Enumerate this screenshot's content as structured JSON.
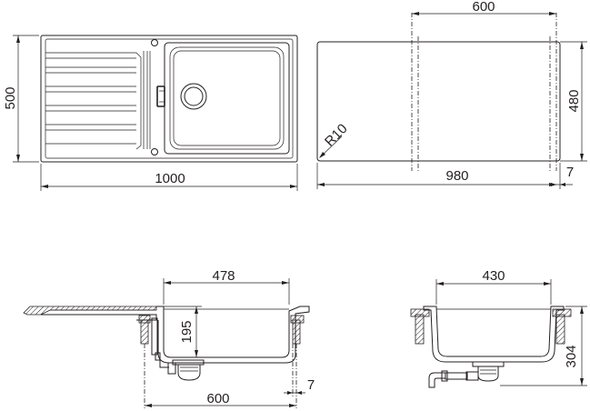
{
  "views": {
    "top_view": {
      "overall_width": "1000",
      "overall_depth": "500"
    },
    "cutout_view": {
      "cutout_width": "980",
      "cutout_depth": "480",
      "corner_radius": "R10",
      "cabinet_width": "600",
      "edge_offset": "7"
    },
    "side_section": {
      "bowl_width": "478",
      "bowl_depth": "195",
      "cabinet_width": "600",
      "edge_offset": "7"
    },
    "front_section": {
      "bowl_width": "430",
      "overall_height": "304"
    }
  }
}
